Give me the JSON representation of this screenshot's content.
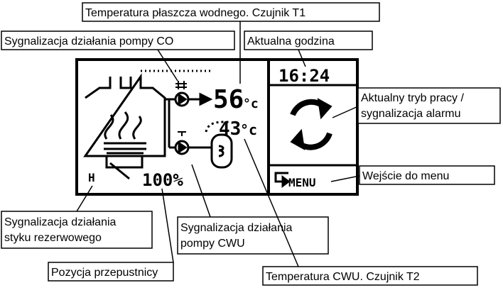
{
  "callouts": {
    "temp_boiler": "Temperatura płaszcza wodnego. Czujnik T1",
    "pump_co": "Sygnalizacja działania pompy CO",
    "current_time": "Aktualna godzina",
    "mode_line1": "Aktualny tryb pracy /",
    "mode_line2": "sygnalizacja alarmu",
    "menu_entry": "Wejście do menu",
    "reserve_line1": "Sygnalizacja działania",
    "reserve_line2": "styku rezerwowego",
    "cwu_pump_line1": "Sygnalizacja działania",
    "cwu_pump_line2": "pompy CWU",
    "damper": "Pozycja przepustnicy",
    "temp_cwu": "Temperatura CWU. Czujnik T2"
  },
  "display": {
    "time": "16:24",
    "boiler_temp": "56",
    "boiler_unit": "°c",
    "cwu_temp": "43",
    "cwu_unit": "°c",
    "damper_percent": "100%",
    "menu_label": "MENU",
    "reserve_indicator": "H"
  },
  "icons": {
    "boiler": "boiler-with-flame-icon",
    "pump_co": "pump-icon",
    "pump_cwu": "pump-icon",
    "tank": "hot-water-tank-icon",
    "mode": "rotating-arrows-icon",
    "menu_arrow": "return-arrow-icon"
  }
}
